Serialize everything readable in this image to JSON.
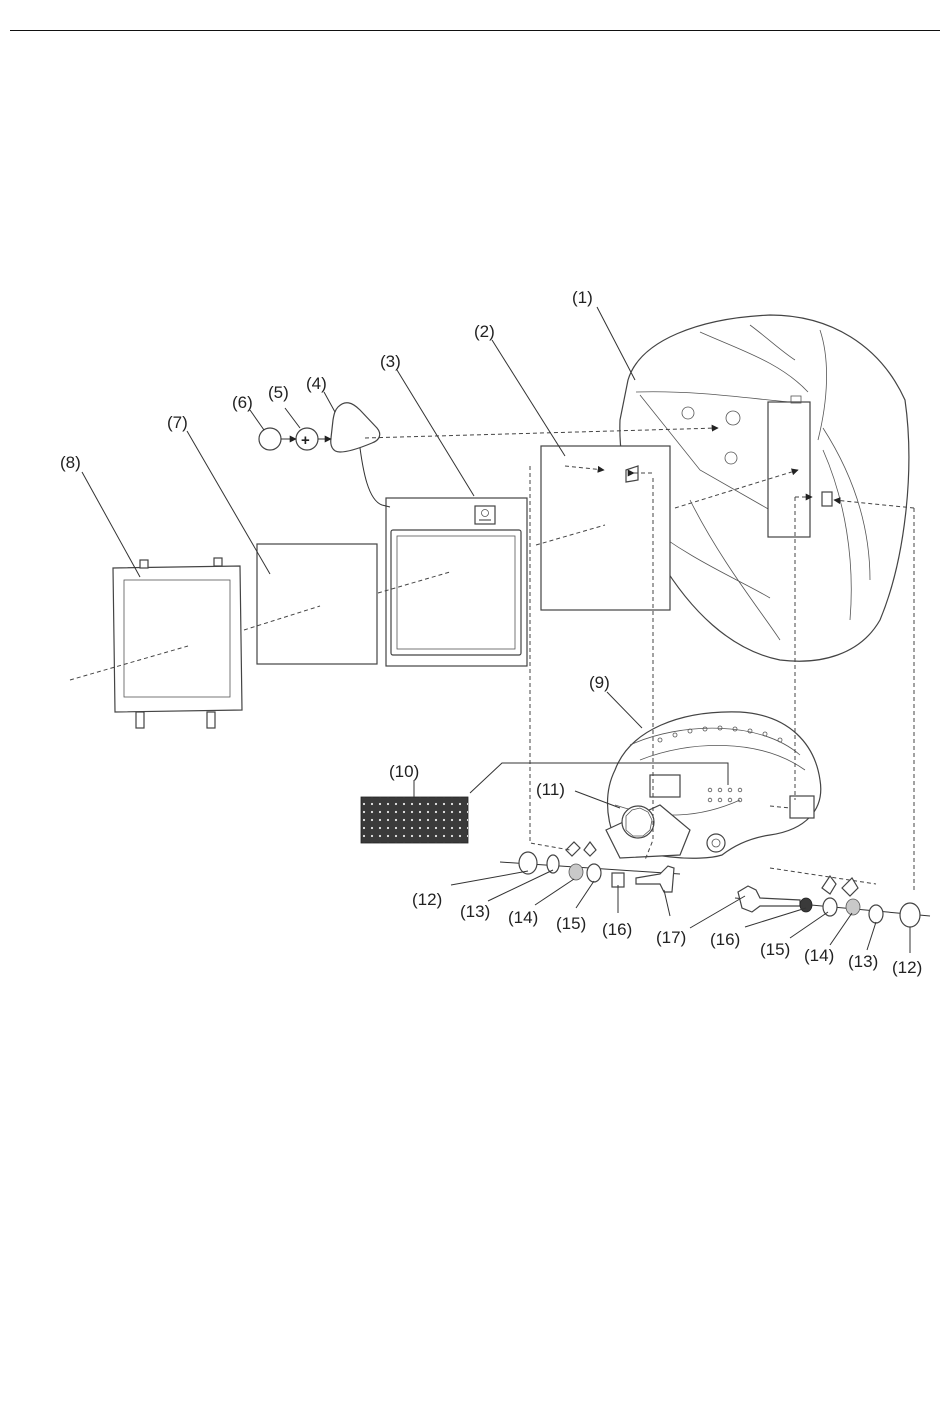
{
  "figure": {
    "labels": {
      "p1": "(1)",
      "p2": "(2)",
      "p3": "(3)",
      "p4": "(4)",
      "p5": "(5)",
      "p6": "(6)",
      "p7": "(7)",
      "p8": "(8)",
      "p9": "(9)",
      "p10": "(10)",
      "p11": "(11)",
      "p12l": "(12)",
      "p13l": "(13)",
      "p14l": "(14)",
      "p15l": "(15)",
      "p16l": "(16)",
      "p17": "(17)",
      "p16r": "(16)",
      "p15r": "(15)",
      "p14r": "(14)",
      "p13r": "(13)",
      "p12r": "(12)"
    }
  }
}
